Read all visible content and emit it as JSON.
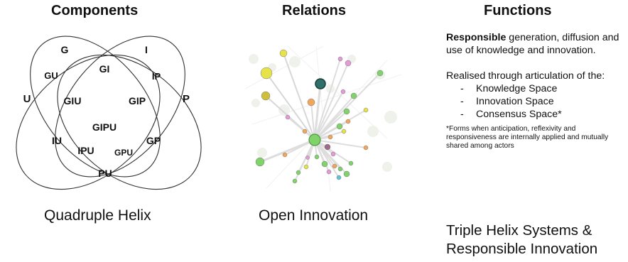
{
  "components": {
    "heading": "Components",
    "caption": "Quadruple Helix",
    "regions": [
      "G",
      "I",
      "GI",
      "GU",
      "IP",
      "U",
      "GIU",
      "GIP",
      "P",
      "GIPU",
      "IU",
      "GP",
      "IPU",
      "GPU",
      "PU"
    ]
  },
  "relations": {
    "heading": "Relations",
    "caption": "Open Innovation"
  },
  "functions": {
    "heading": "Functions",
    "intro_bold": "Responsible",
    "intro_rest": " generation, diffusion and use of knowledge and innovation.",
    "articulation": "Realised through articulation of the:",
    "spaces": [
      "Knowledge Space",
      "Innovation Space",
      "Consensus Space*"
    ],
    "footnote": "*Forms when anticipation, reflexivity and responsiveness are internally applied and mutually shared among actors",
    "caption_line1": "Triple Helix Systems &",
    "caption_line2": "Responsible Innovation"
  },
  "colors": {
    "hub_green": "#7fd36a",
    "teal_node": "#2f6f6a",
    "yellow_node": "#e6e24a",
    "orange_node": "#f3a65a",
    "pink_node": "#e59ad8",
    "olive_node": "#cdbf3c"
  }
}
